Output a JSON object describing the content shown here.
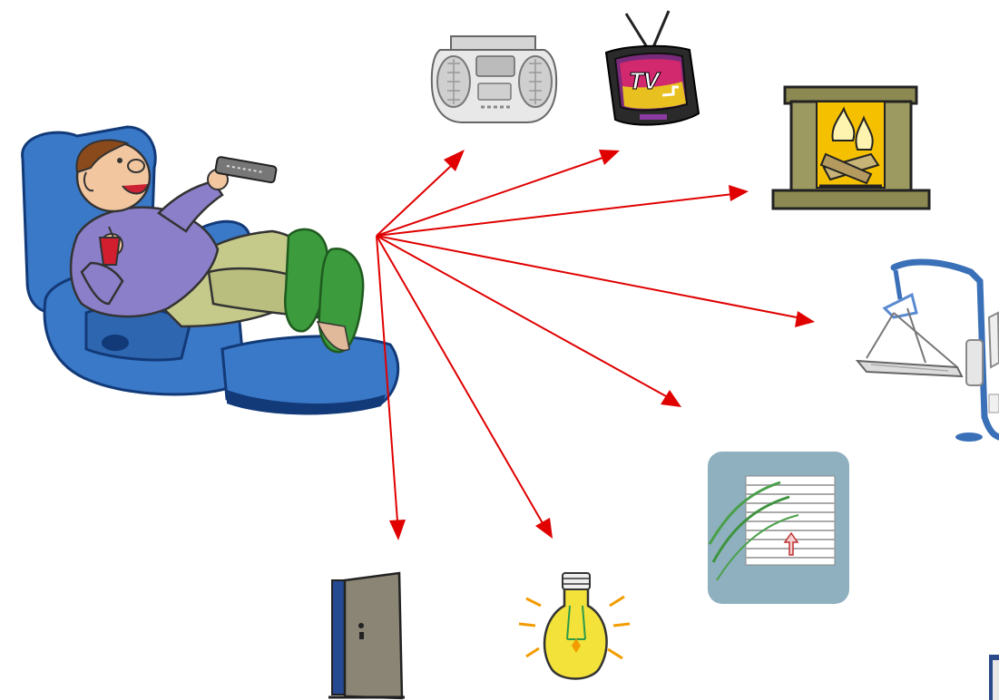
{
  "colors": {
    "arrow": "#e00000",
    "chair": "#3a78c8",
    "chair_dark": "#123a78",
    "sweater": "#8b7fc9",
    "pants": "#c5c98a",
    "slippers": "#3c9b3c",
    "skin": "#f2c7a0",
    "hair": "#8a4a1c",
    "fireplace_frame": "#8c8a52",
    "fire": "#f5c000",
    "blind_panel": "#8fb0bf",
    "door": "#8a8574",
    "door_inner": "#254a92",
    "bulb": "#f2e23a",
    "lift": "#3a70b8"
  },
  "tv_label": "TV",
  "devices": [
    {
      "name": "cd-radio",
      "icon": "boombox-icon"
    },
    {
      "name": "television",
      "icon": "tv-icon"
    },
    {
      "name": "fireplace",
      "icon": "fireplace-icon"
    },
    {
      "name": "patient-lift",
      "icon": "patient-lift-icon"
    },
    {
      "name": "window-blinds",
      "icon": "window-blinds-icon"
    },
    {
      "name": "light-bulb",
      "icon": "light-bulb-icon"
    },
    {
      "name": "door",
      "icon": "door-icon"
    }
  ]
}
